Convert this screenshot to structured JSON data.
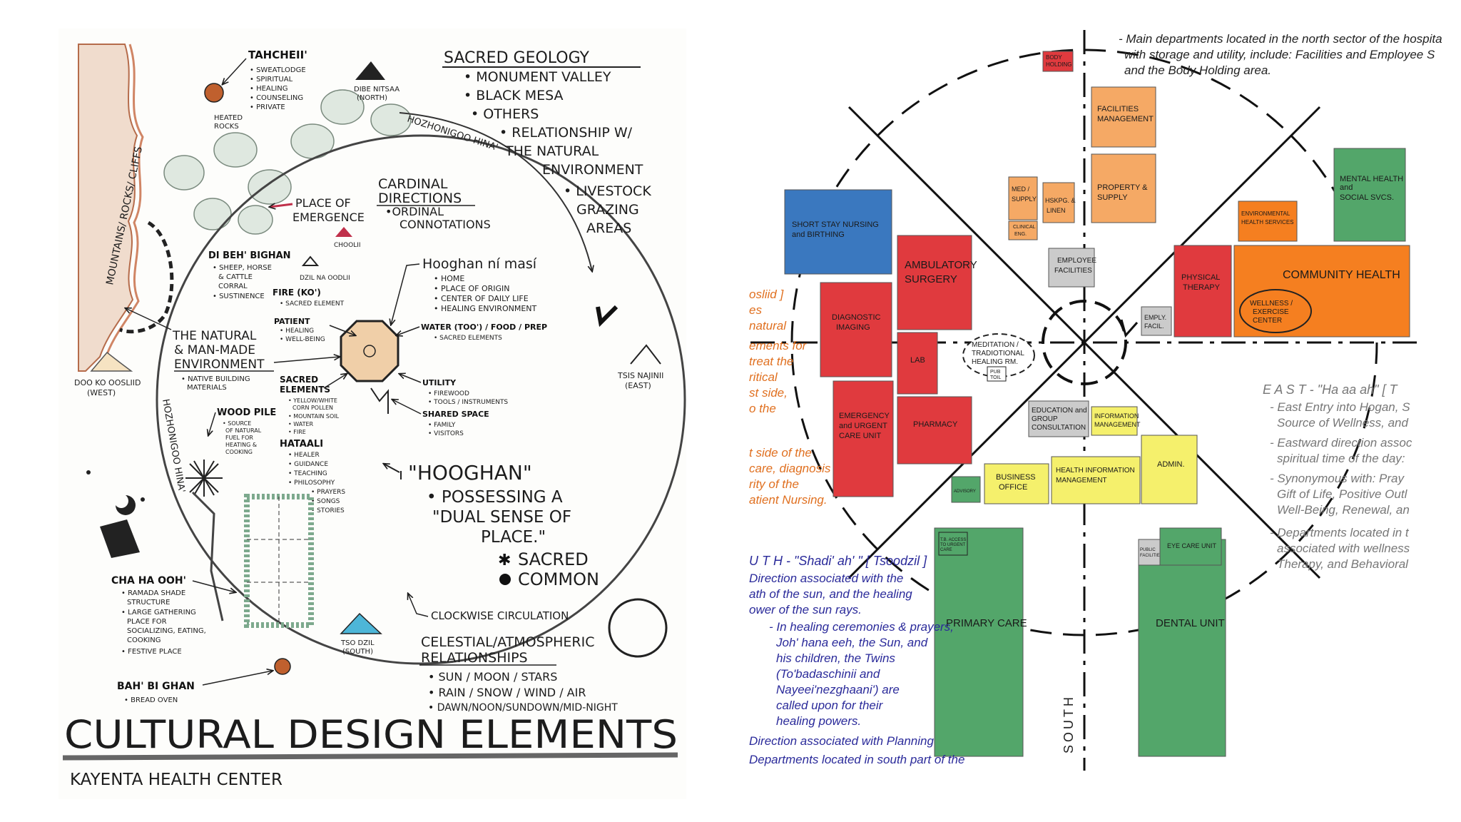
{
  "sketch": {
    "title": "CULTURAL DESIGN ELEMENTS",
    "subtitle": "KAYENTA HEALTH CENTER",
    "mountains_label": "MOUNTAINS/ ROCKS/ CLIFFS",
    "hozhonigoo_top": "HOZHONIGOO HINA'",
    "hozhonigoo_left": "HOZHONIGOO HINA'",
    "tacheii": {
      "title": "TAHCHEII'",
      "items": [
        "• SWEATLODGE",
        "• SPIRITUAL",
        "• HEALING",
        "• COUNSELING",
        "• PRIVATE"
      ],
      "heated": [
        "HEATED",
        "ROCKS"
      ]
    },
    "dibe_nitsaa": [
      "DIBE NITSAA",
      "(NORTH)"
    ],
    "sacred_geology": {
      "title": "SACRED GEOLOGY",
      "items": [
        "• MONUMENT VALLEY",
        "• BLACK MESA",
        "• OTHERS",
        "• RELATIONSHIP W/",
        "THE NATURAL",
        "ENVIRONMENT",
        "• LIVESTOCK",
        "GRAZING",
        "AREAS"
      ]
    },
    "cardinal": [
      "CARDINAL",
      "DIRECTIONS",
      "•ORDINAL",
      "CONNOTATIONS"
    ],
    "place_of_emergence": [
      "PLACE OF",
      "EMERGENCE"
    ],
    "choolii": "CHOOLII",
    "dibeh_bighan": {
      "title": "DI BEH' BIGHAN",
      "items": [
        "• SHEEP, HORSE",
        "& CATTLE",
        "CORRAL",
        "• SUSTINENCE"
      ]
    },
    "dzil_na_oodlii": "DZIL NA OODLII",
    "hooghan_ni_masi": {
      "title": "Hooghan ní masí",
      "items": [
        "• HOME",
        "• PLACE OF ORIGIN",
        "• CENTER OF DAILY LIFE",
        "• HEALING ENVIRONMENT"
      ]
    },
    "fire": [
      "FIRE (KO')",
      "• SACRED ELEMENT"
    ],
    "patient": [
      "PATIENT",
      "• HEALING",
      "• WELL-BEING"
    ],
    "water": [
      "WATER (TOO') / FOOD / PREP",
      "• SACRED ELEMENTS"
    ],
    "natural_env": [
      "THE NATURAL",
      "& MAN-MADE",
      "ENVIRONMENT"
    ],
    "native_materials": [
      "• NATIVE BUILDING",
      "MATERIALS"
    ],
    "sacred_elements": {
      "title": [
        "SACRED",
        "ELEMENTS"
      ],
      "items": [
        "• YELLOW/WHITE",
        "CORN POLLEN",
        "• MOUNTAIN SOIL",
        "• WATER",
        "• FIRE"
      ]
    },
    "utility": [
      "UTILITY",
      "• FIREWOOD",
      "• TOOLS / INSTRUMENTS"
    ],
    "shared_space": [
      "SHARED SPACE",
      "• FAMILY",
      "• VISITORS"
    ],
    "hataali": {
      "title": "HATAALI",
      "items": [
        "• HEALER",
        "• GUIDANCE",
        "• TEACHING",
        "• PHILOSOPHY",
        "• PRAYERS",
        "• SONGS",
        "• STORIES"
      ]
    },
    "doo_ko_oosliid": [
      "DOO KO OOSLIID",
      "(WEST)"
    ],
    "tsis_najinii": [
      "TSIS NAJINII",
      "(EAST)"
    ],
    "wood_pile": {
      "title": "WOOD PILE",
      "items": [
        "• SOURCE",
        "OF NATURAL",
        "FUEL FOR",
        "HEATING &",
        "COOKING"
      ]
    },
    "hooghan_quote": [
      "\"HOOGHAN\"",
      "• POSSESSING A",
      "\"DUAL SENSE OF",
      "PLACE.\""
    ],
    "legend": [
      "SACRED",
      "COMMON"
    ],
    "cha_ha_ooh": {
      "title": "CHA HA OOH'",
      "items": [
        "• RAMADA SHADE",
        "STRUCTURE",
        "• LARGE GATHERING",
        "PLACE FOR",
        "SOCIALIZING, EATING,",
        "COOKING",
        "• FESTIVE PLACE"
      ]
    },
    "clockwise": "CLOCKWISE CIRCULATION",
    "tso_dzil": [
      "TSO DZIL",
      "(SOUTH)"
    ],
    "celestial": {
      "title": [
        "CELESTIAL/ATMOSPHERIC",
        "RELATIONSHIPS"
      ],
      "items": [
        "• SUN / MOON / STARS",
        "• RAIN / SNOW / WIND / AIR",
        "• DAWN/NOON/SUNDOWN/MID-NIGHT"
      ]
    },
    "bah_bi_ghan": [
      "BAH' BI GHAN",
      "• BREAD OVEN"
    ]
  },
  "plan": {
    "north_note": [
      "- Main departments located in the north sector of the hospita",
      "with storage and utility, include: Facilities and Employee S",
      "and the Body Holding area."
    ],
    "south_axis": "SOUTH",
    "departments": {
      "body_holding": [
        "BODY",
        "HOLDING"
      ],
      "facilities": [
        "FACILITIES",
        "MANAGEMENT"
      ],
      "property": [
        "PROPERTY &",
        "SUPPLY"
      ],
      "med_supply": [
        "MED /",
        "SUPPLY"
      ],
      "hskpg": [
        "HSKPG. &",
        "LINEN"
      ],
      "clinical_eng": [
        "CLINICAL",
        "ENG."
      ],
      "employee_fac": [
        "EMPLOYEE",
        "FACILITIES"
      ],
      "short_stay": [
        "SHORT STAY NURSING",
        "and BIRTHING"
      ],
      "ambulatory": [
        "AMBULATORY",
        "SURGERY"
      ],
      "diagnostic": [
        "DIAGNOSTIC",
        "IMAGING"
      ],
      "lab": "LAB",
      "emergency": [
        "EMERGENCY",
        "and URGENT",
        "CARE UNIT"
      ],
      "pharmacy": "PHARMACY",
      "meditation": [
        "MEDITATION /",
        "TRADIOTIONAL",
        "HEALING RM."
      ],
      "pub_toil": [
        "PUB",
        "TOIL"
      ],
      "education": [
        "EDUCATION and",
        "GROUP",
        "CONSULTATION"
      ],
      "information": [
        "INFORMATION",
        "MANAGEMENT"
      ],
      "empl_facil": [
        "EMPLY.",
        "FACIL."
      ],
      "environmental": [
        "ENVIRONMENTAL",
        "HEALTH SERVICES"
      ],
      "mental_health": [
        "MENTAL HEALTH",
        "and",
        "SOCIAL SVCS."
      ],
      "physical_therapy": [
        "PHYSICAL",
        "THERAPY"
      ],
      "community_health": "COMMUNITY HEALTH",
      "wellness": [
        "WELLNESS /",
        "EXERCISE",
        "CENTER"
      ],
      "advisory": "ADVISORY",
      "business": [
        "BUSINESS",
        "OFFICE"
      ],
      "him": [
        "HEALTH INFORMATION",
        "MANAGEMENT"
      ],
      "admin": "ADMIN.",
      "primary_care": "PRIMARY CARE",
      "tb_access": [
        "T.B. ACCESS",
        "TO URGENT",
        "CARE"
      ],
      "public_facilities": [
        "PUBLIC",
        "FACILITIES"
      ],
      "eye_care": "EYE CARE UNIT",
      "dental": "DENTAL UNIT"
    },
    "west_note": [
      "osliid ]",
      "es",
      "natural",
      "ements for",
      "treat the",
      "ritical",
      "st side,",
      "o the",
      "t side of the",
      "care, diagnosis",
      "rity of the",
      "atient Nursing."
    ],
    "east_note": {
      "title": "E A S T - \"Ha aa ah\" [ T",
      "items": [
        "- East Entry into Hogan, S",
        "Source of Wellness, and",
        "- Eastward direction assoc",
        "spiritual time of the day:",
        "- Synonymous with: Pray",
        "Gift of Life, Positive Outl",
        "Well-Being, Renewal, an",
        "- Departments located in t",
        "associated with wellness",
        "Therapy, and Behavioral"
      ]
    },
    "south_note": {
      "title": "U T H - \"Shadi' ah' \" [ Tsoodzil ]",
      "items": [
        "Direction associated with the",
        "ath of the sun, and the healing",
        "ower of the sun rays.",
        "- In healing ceremonies & prayers,",
        "Joh' hana eeh, the Sun, and",
        "his children, the Twins",
        "(To'badaschinii and",
        "Nayeei'nezghaani') are",
        "called upon for their",
        "healing powers.",
        "Direction associated with Planning",
        "Departments located in south part of the"
      ]
    }
  },
  "colors": {
    "red": "#e03a3e",
    "orange": "#f57f20",
    "peach": "#f5a965",
    "yellow": "#f5f06c",
    "green": "#53a66a",
    "blue": "#3a78bf",
    "grey": "#cbcbcb",
    "ink": "#1c1c1c",
    "plan_text": "#2a2a9a",
    "west_text": "#e07020",
    "east_text": "#777777"
  }
}
